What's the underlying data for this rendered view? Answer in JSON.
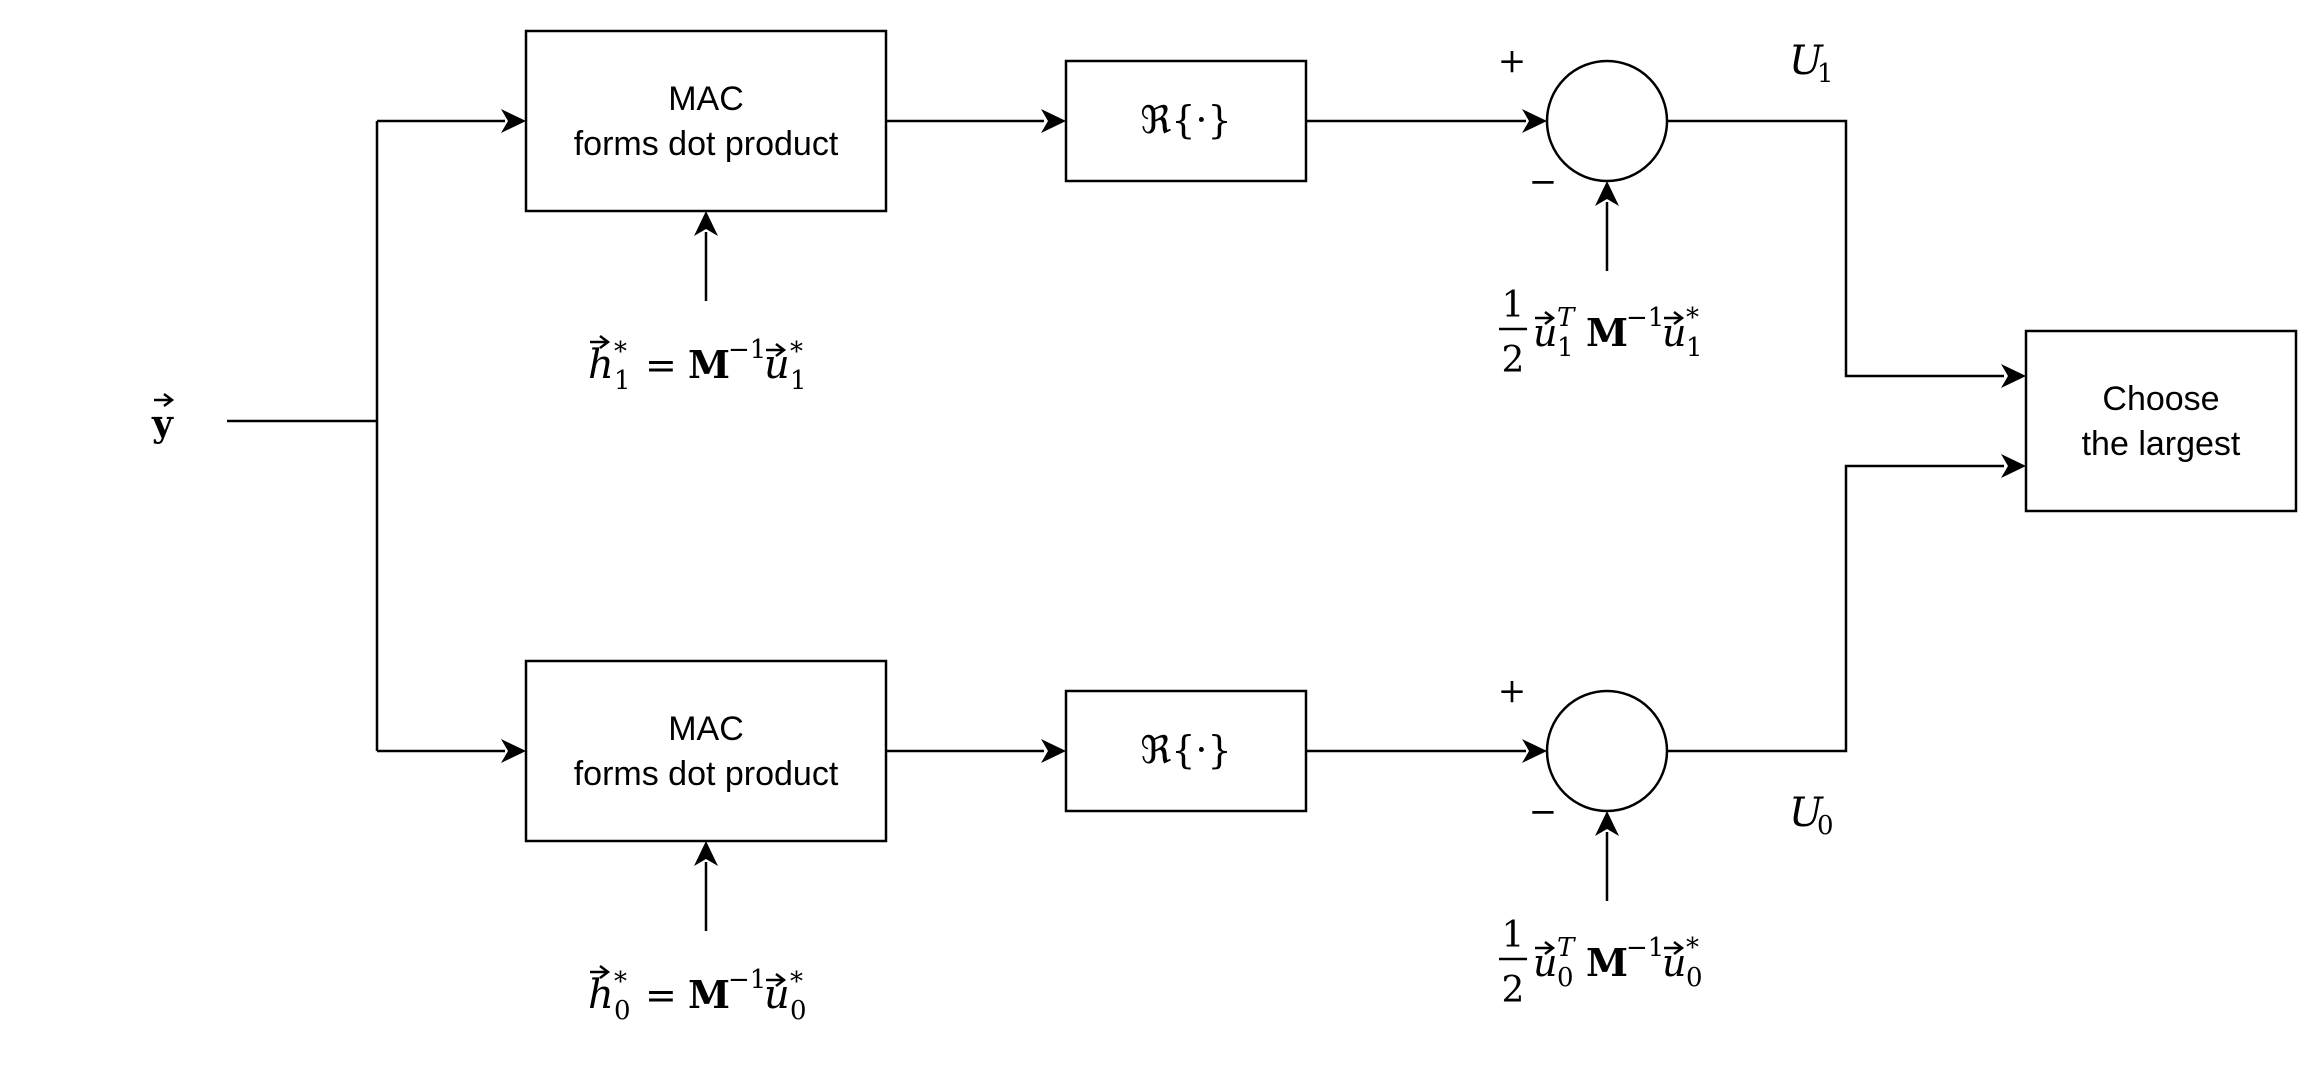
{
  "input_label": "y",
  "branches": [
    {
      "mac_line1": "MAC",
      "mac_line2": "forms dot product",
      "real_op": "ℜ{·}",
      "plus_sign": "+",
      "minus_sign": "−",
      "output_label": "U",
      "output_index": "1",
      "filter": {
        "lhs_base": "h",
        "sup": "*",
        "sub": "1",
        "eq": "=",
        "matrix": "M",
        "inv": "−1",
        "u_base": "u"
      },
      "bias": {
        "numerator": "1",
        "denominator": "2",
        "u_base": "u",
        "sub": "1",
        "transpose": "T",
        "matrix": "M",
        "inv": "−1",
        "conj": "*"
      }
    },
    {
      "mac_line1": "MAC",
      "mac_line2": "forms dot product",
      "real_op": "ℜ{·}",
      "plus_sign": "+",
      "minus_sign": "−",
      "output_label": "U",
      "output_index": "0",
      "filter": {
        "lhs_base": "h",
        "sup": "*",
        "sub": "0",
        "eq": "=",
        "matrix": "M",
        "inv": "−1",
        "u_base": "u"
      },
      "bias": {
        "numerator": "1",
        "denominator": "2",
        "u_base": "u",
        "sub": "0",
        "transpose": "T",
        "matrix": "M",
        "inv": "−1",
        "conj": "*"
      }
    }
  ],
  "chooser": {
    "line1": "Choose",
    "line2": "the largest"
  },
  "colors": {
    "stroke": "#000000",
    "background": "#ffffff"
  }
}
